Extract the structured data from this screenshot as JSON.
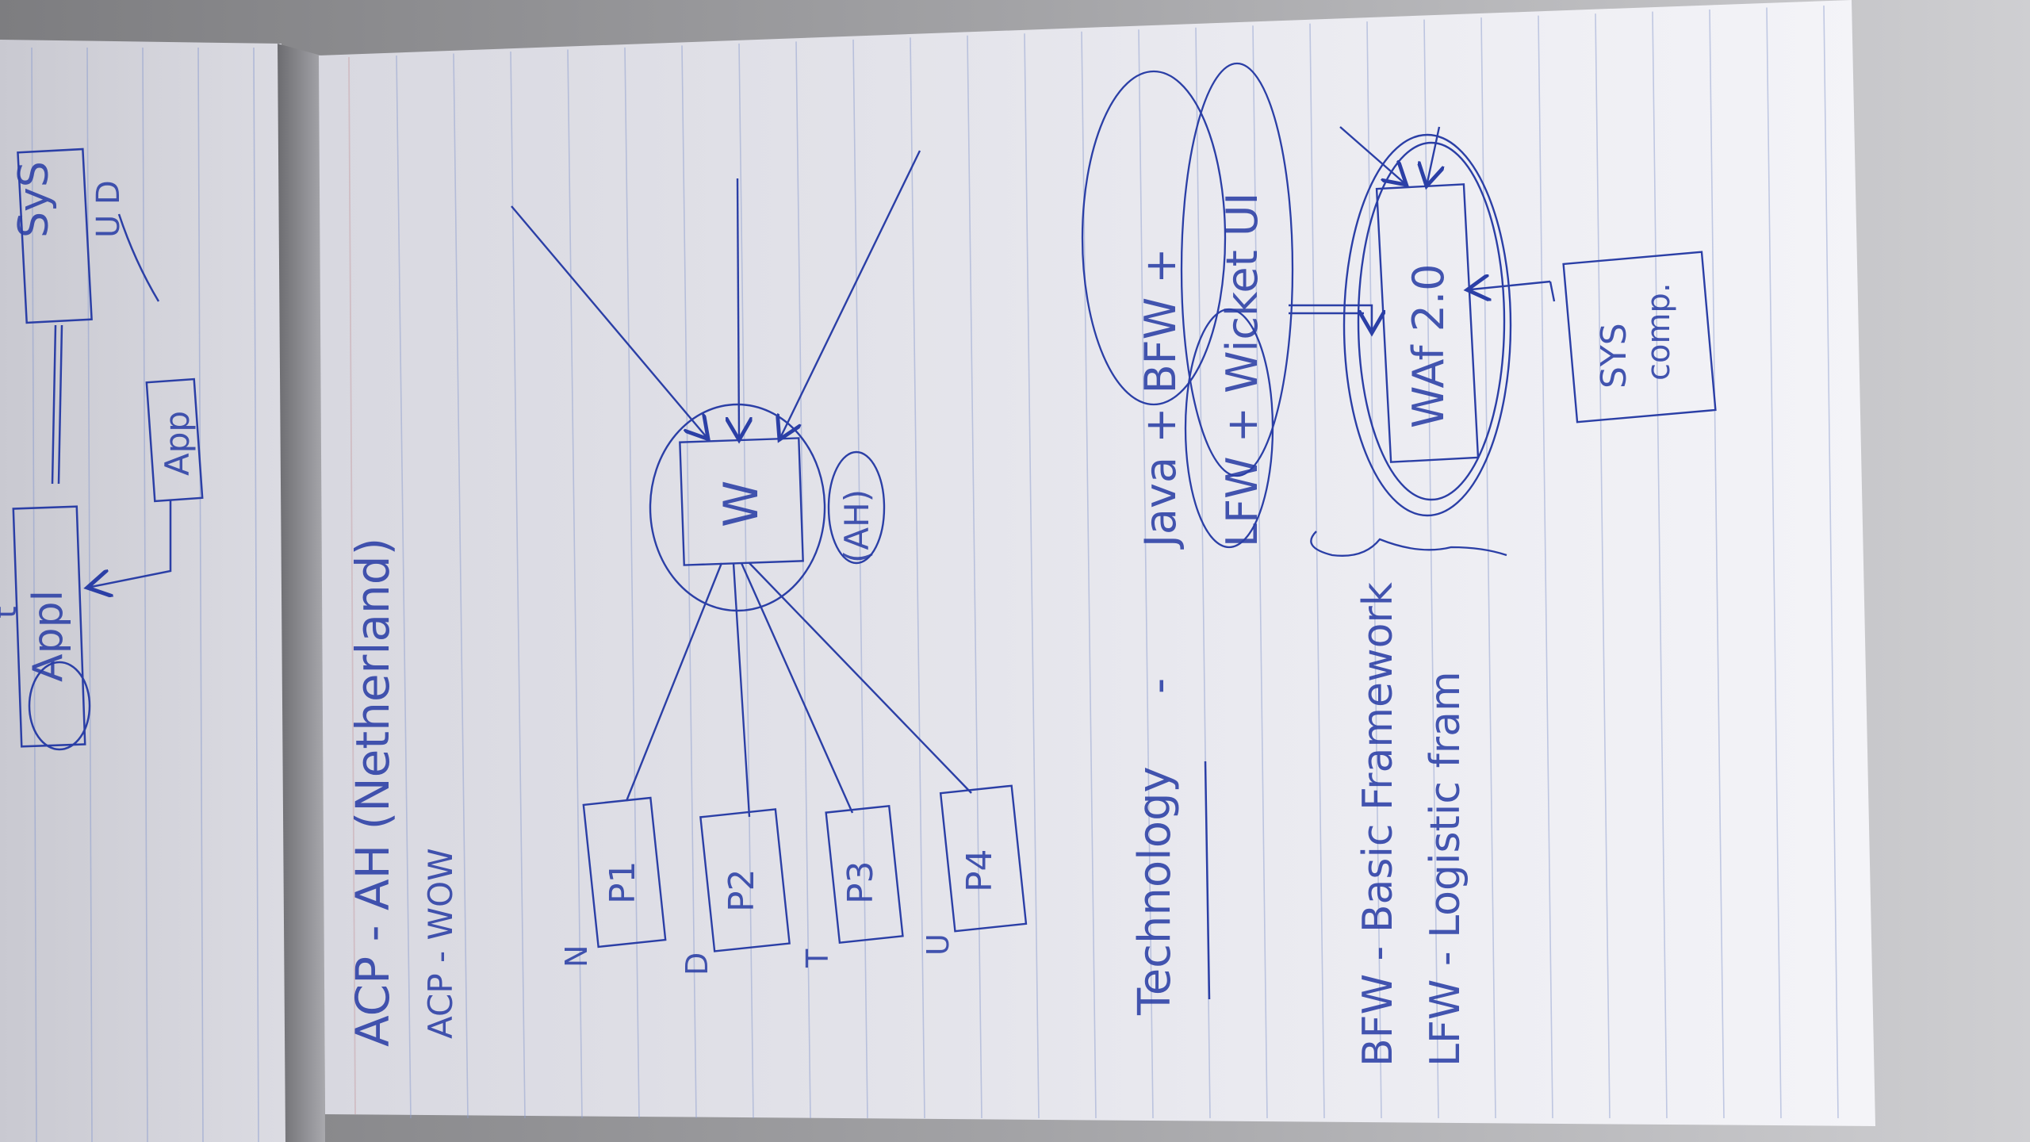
{
  "photo": {
    "subject": "handwritten notes photographed sideways",
    "ink_color": "#2b3fa6",
    "paper_color": "#ececf2",
    "rule_color": "#8f9fcf"
  },
  "left_page": {
    "box_sys": "SyS",
    "label_ud": "U D",
    "box_app_left": "Appl",
    "box_app_right": "App",
    "mark_t": "t"
  },
  "right_page": {
    "title": "ACP - AH (Netherland)",
    "subtitle": "ACP - WOW",
    "hub_label": "W",
    "hub_tag": "(AH)",
    "nodes": [
      "P1",
      "P2",
      "P3",
      "P4"
    ],
    "node_side_marks": [
      "N",
      "D",
      "T",
      "U"
    ],
    "technology_label": "Technology",
    "tech_dash": "-",
    "tech_line1": "Java + BFW +",
    "tech_line2": "LFW + Wicket UI",
    "waf_label": "WAf 2.0",
    "sys_comp_line1": "SYS",
    "sys_comp_line2": "comp.",
    "legend": [
      "BFW - Basic Framework",
      "LFW - Logistic fram"
    ]
  }
}
